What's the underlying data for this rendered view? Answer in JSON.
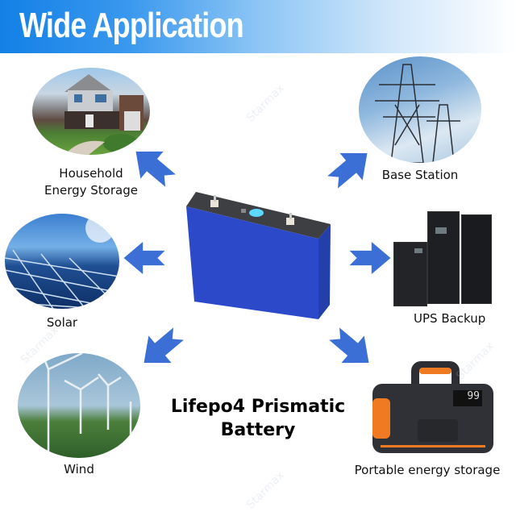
{
  "banner": {
    "title": "Wide Application"
  },
  "product": {
    "title_line1": "Lifepo4 Prismatic",
    "title_line2": "Battery"
  },
  "applications": {
    "household": {
      "label_line1": "Household",
      "label_line2": "Energy Storage"
    },
    "solar": {
      "label": "Solar"
    },
    "wind": {
      "label": "Wind"
    },
    "base_station": {
      "label": "Base Station"
    },
    "ups": {
      "label": "UPS Backup"
    },
    "portable": {
      "label": "Portable energy storage",
      "display": "99"
    }
  },
  "watermark": "Starmax",
  "colors": {
    "arrow": "#3b6fd6",
    "battery": "#2a49c9",
    "banner_start": "#1380e6"
  }
}
